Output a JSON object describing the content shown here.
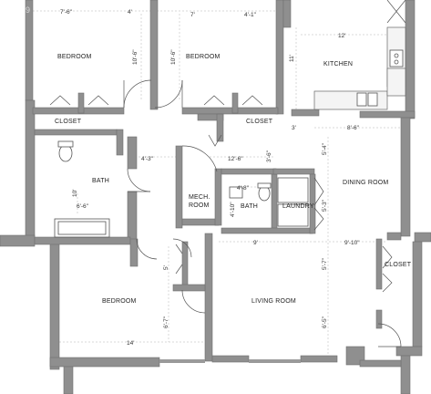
{
  "watermark": "9",
  "rooms": {
    "bedroom_1": "BEDROOM",
    "bedroom_2": "BEDROOM",
    "kitchen": "KITCHEN",
    "closet_1": "CLOSET",
    "closet_2": "CLOSET",
    "bath_1": "BATH",
    "mech_line1": "MECH.",
    "mech_line2": "ROOM",
    "bath_2": "BATH",
    "laundry": "LAUNDRY",
    "dining": "DINING ROOM",
    "closet_3": "CLOSET",
    "bedroom_3": "BEDROOM",
    "living": "LIVING ROOM"
  },
  "dimensions": {
    "d1": "7'-6\"",
    "d2": "4'",
    "d3": "7'",
    "d4": "4'-1\"",
    "d5": "12'",
    "d6": "10'-6\"",
    "d7": "10'-6\"",
    "d8": "11'",
    "d9": "3'",
    "d10": "8'-6\"",
    "d11": "4'-3\"",
    "d12": "12'-6\"",
    "d13": "3'-6\"",
    "d14": "5'-4\"",
    "d15": "10'",
    "d16": "6'-6\"",
    "d17": "4'-8\"",
    "d18": "4'-10\"",
    "d19": "5'-3\"",
    "d20": "9'",
    "d21": "9'-10\"",
    "d22": "5'",
    "d23": "5'-7\"",
    "d24": "6'-7\"",
    "d25": "6'-5\"",
    "d26": "14'"
  }
}
